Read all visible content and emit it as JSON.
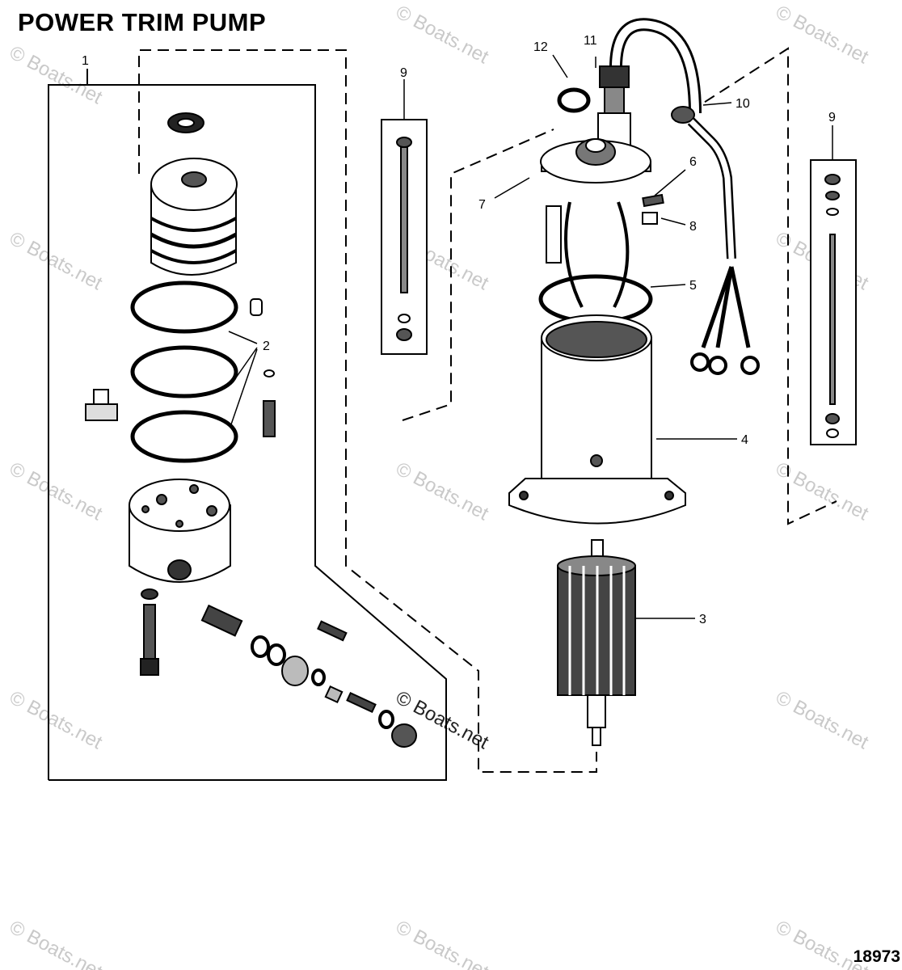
{
  "title": "POWER TRIM PUMP",
  "drawing_number": "18973",
  "watermark": "© Boats.net",
  "callouts": [
    "1",
    "2",
    "3",
    "4",
    "5",
    "6",
    "7",
    "8",
    "9",
    "9",
    "10",
    "11",
    "12"
  ]
}
